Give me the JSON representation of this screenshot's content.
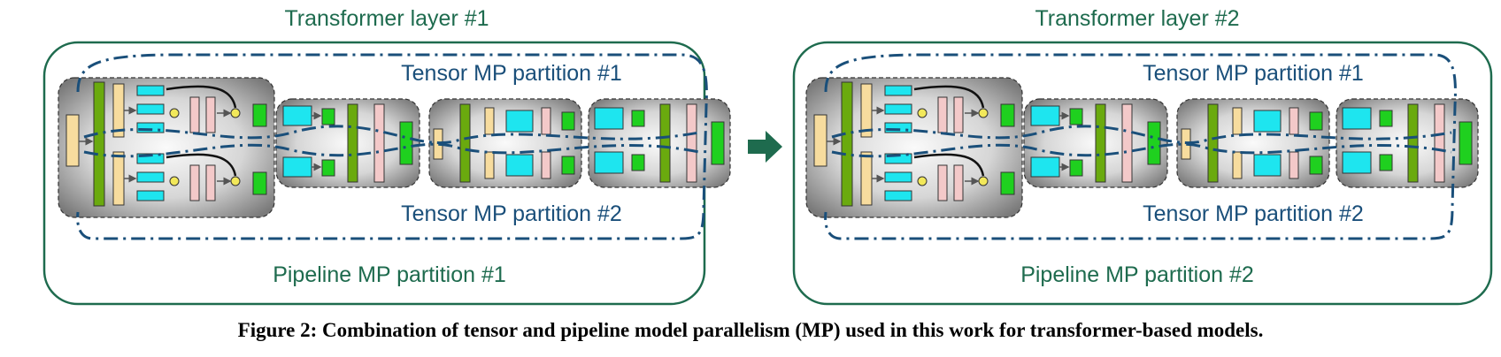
{
  "layers": [
    {
      "title": "Transformer layer #1",
      "tensor_partition_top": "Tensor MP partition #1",
      "tensor_partition_bottom": "Tensor MP partition #2",
      "pipeline_partition": "Pipeline MP partition #1"
    },
    {
      "title": "Transformer layer #2",
      "tensor_partition_top": "Tensor MP partition #1",
      "tensor_partition_bottom": "Tensor MP partition #2",
      "pipeline_partition": "Pipeline MP partition #2"
    }
  ],
  "arrow_icon": "right-arrow-icon",
  "caption": "Figure 2: Combination of tensor and pipeline model parallelism (MP) used in this work for transformer-based models.",
  "colors": {
    "frame_green": "#1e6b4e",
    "partition_blue": "#1a4f7a",
    "block_cyan": "#1ee5ef",
    "block_green": "#1fd01f",
    "block_darkgreen": "#6aaa0e",
    "block_tan": "#f7dc9e",
    "block_pink": "#f3c9c9"
  }
}
